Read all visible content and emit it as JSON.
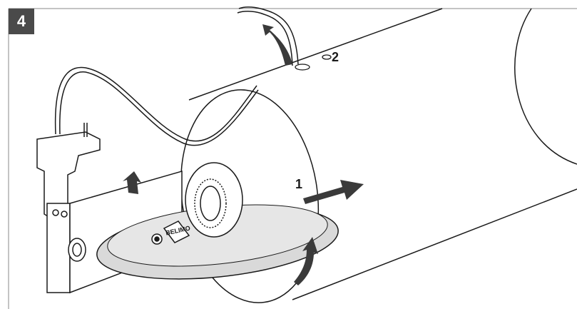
{
  "figure": {
    "step_number": "4",
    "callouts": [
      {
        "id": "1",
        "label": "1"
      },
      {
        "id": "2",
        "label": "2"
      }
    ],
    "brand_label": "BELIMO",
    "colors": {
      "line": "#1a1a1a",
      "shade": "#d9d9d9",
      "arrow": "#3a3a3a",
      "badge_bg": "#4a4a4a",
      "badge_text": "#ffffff"
    }
  }
}
